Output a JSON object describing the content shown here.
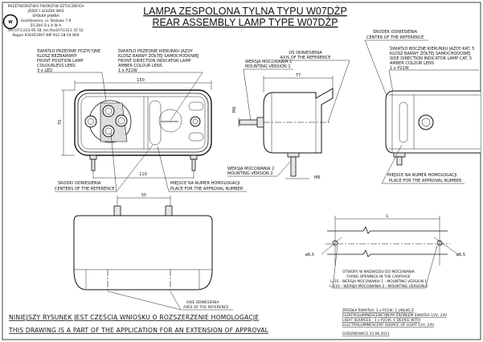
{
  "company": {
    "lines": [
      "PRZETWÓRSTWO TWORZYW SZTUCZNYCH",
      "JÓZEF I LESZEK WAŚ",
      "SPÓŁKA JAWNA",
      "Godzikowice, ul. Stalowa 7,9",
      "55-200  O Ł A W A",
      "tel.(071)313 95 18, tel./fax(071)313 35 52",
      "Regon 931951967 NIP 912-18-54-900"
    ],
    "logo_text": "WAŚ"
  },
  "title": {
    "line1": "LAMPA ZESPOLONA TYLNA  TYPU W07DŻP",
    "line2": "REAR ASSEMBLY LAMP TYPE W07DŻP"
  },
  "labels": {
    "front_position": [
      "ŚWIATŁO PRZEDNIE POZYCYJNE",
      "KLOSZ BEZBARWNY",
      "FRONT POSITION LAMP",
      "COLOURLESS LENS",
      "3 x LED"
    ],
    "front_direction": [
      "ŚWIATŁO PRZEDNIE KIERUNKU JAZDY",
      "KLOSZ BARWY ŻÓŁTEJ SAMOCHODOWEJ",
      "FRONT DIRECTION INDICATOR LAMP",
      "AMBER COLOUR LENS",
      "1 x P21W"
    ],
    "axis_reference": [
      "OŚ ODNIESIENIA",
      "AXIS OF THE REFERENCE"
    ],
    "mounting_v1": [
      "WERSJA MOCOWANIA 1",
      "MOUNTING VERSION 1"
    ],
    "center_reference": [
      "ŚRODEK ODNIESIENIA",
      "CENTER OF THE REFERENCE"
    ],
    "side_direction": [
      "ŚWIATŁO BOCZNE KIERUNKU JAZDY KAT. 5",
      "KLOSZ BARWY ŻÓŁTEJ SAMOCHODOWEJ",
      "SIDE DIRECTION INDICATOR LAMP CAT. 5",
      "AMBER COLOUR LENS",
      "1 x P21W"
    ],
    "mounting_v2": [
      "WERSJA MOCOWANIA 2",
      "MOUNTING VERSION 2"
    ],
    "approval_place": [
      "MIEJSCE NA NUMER HOMOLOGACJI",
      "PLACE FOR THE APPROVAL NUMBER"
    ],
    "centers_reference": [
      "ŚRODKI ODNIESIENIA",
      "CENTERS OF THE REFERENCE"
    ],
    "axes_reference": [
      "OSIE ODNIESIENIA",
      "AXES OF THE REFERENCE"
    ],
    "fixing": [
      "OTWORY W NADWOZIU DO MOCOWANIA",
      "FIXING OPENINGS IN THE CARRIAGE",
      "l=55 - WERSJA MOCOWANIA 1 - MOUNTING VERSION 1",
      "l=110 - WERSJA MOCOWANIA 2 - MOUNTING VERSION 2"
    ]
  },
  "dimensions": {
    "width": "150",
    "height": "70",
    "depth": "77",
    "thread": "M6",
    "spacing_v2": "110",
    "spacing_v1": "55",
    "length": "L",
    "hole": "ø6,5"
  },
  "light_sources": [
    "ŹRÓDŁA ŚWIATŁA: 1 x P21W, 1 UKŁAD Z",
    "ELEKTROLUMINESCENCYJNYM ŹRÓDŁEM ŚWIATŁA 12V, 24V",
    "LIGHT SOURCES : 1 x P21W, 1 DEVICE WITH",
    "ELECTROLUMINESCENT SOURCE OF LIGHT 12V, 24V"
  ],
  "date": "GODZIKOWICE 23.08.2011",
  "notes": {
    "pl": "NINIEJSZY RYSUNEK JEST CZĘŚCIĄ WNIOSKU O ROZSZERZENIE HOMOLOGACJE",
    "en": "THIS DRAWING IS A PART OF THE APPLICATION FOR AN EXTENSION OF APPROVAL"
  }
}
